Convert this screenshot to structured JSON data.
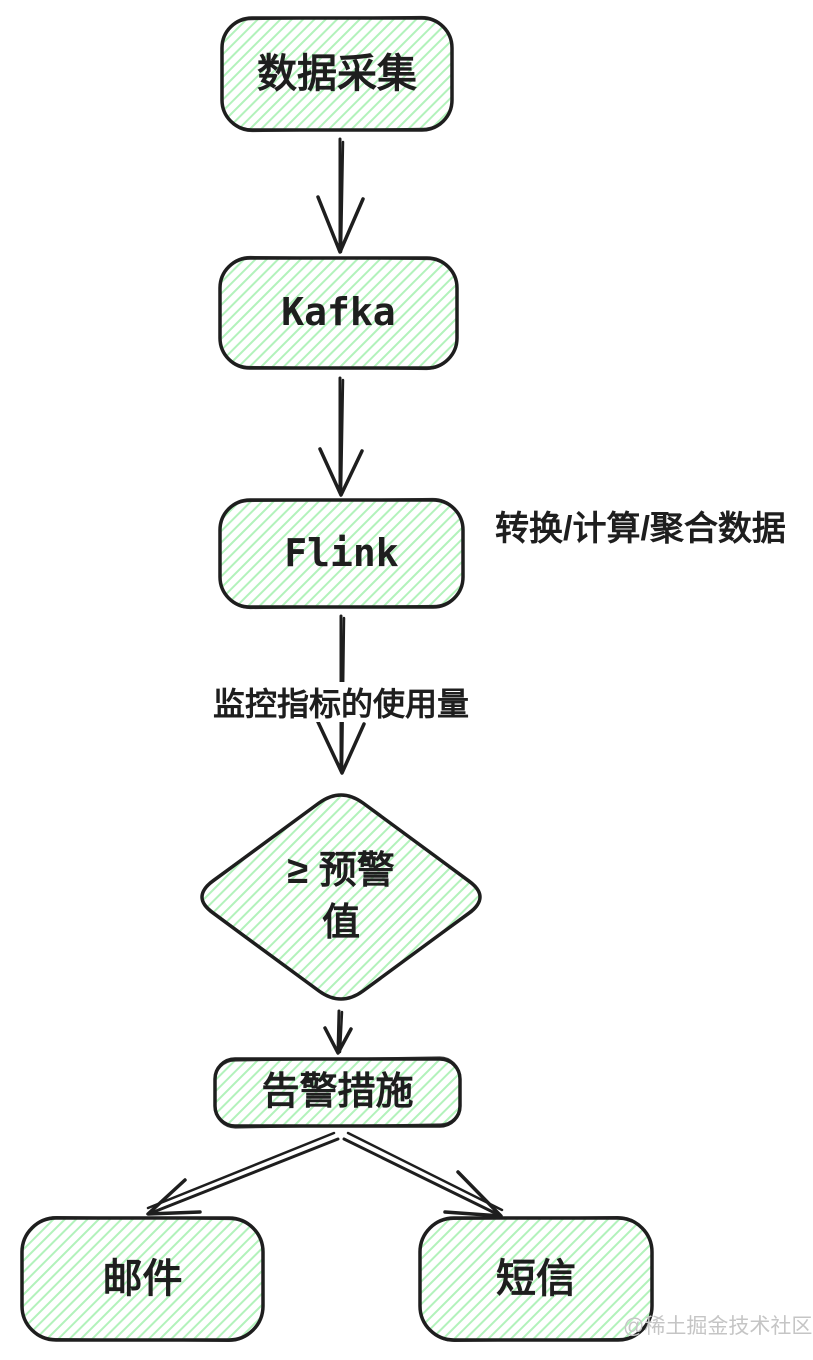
{
  "diagram": {
    "title": "monitoring-alert-flowchart",
    "nodes": [
      {
        "id": "data-collection",
        "label": "数据采集",
        "shape": "rounded-rect"
      },
      {
        "id": "kafka",
        "label": "Kafka",
        "shape": "rounded-rect"
      },
      {
        "id": "flink",
        "label": "Flink",
        "shape": "rounded-rect"
      },
      {
        "id": "threshold-check",
        "label": "≥ 预警值",
        "lines": [
          "≥ 预警",
          "值"
        ],
        "shape": "diamond"
      },
      {
        "id": "alert-measures",
        "label": "告警措施",
        "shape": "rounded-rect"
      },
      {
        "id": "email",
        "label": "邮件",
        "shape": "rounded-rect"
      },
      {
        "id": "sms",
        "label": "短信",
        "shape": "rounded-rect"
      }
    ],
    "edges": [
      {
        "from": "data-collection",
        "to": "kafka"
      },
      {
        "from": "kafka",
        "to": "flink"
      },
      {
        "from": "flink",
        "to": "threshold-check",
        "label": "监控指标的使用量"
      },
      {
        "from": "threshold-check",
        "to": "alert-measures"
      },
      {
        "from": "alert-measures",
        "to": "email"
      },
      {
        "from": "alert-measures",
        "to": "sms"
      }
    ],
    "side_note": {
      "text": "转换/计算/聚合数据"
    },
    "edge_label": {
      "text": "监控指标的使用量"
    },
    "watermark": {
      "text": "@稀土掘金技术社区"
    },
    "colors": {
      "stroke": "#1e1e1e",
      "text": "#1e1e1e",
      "hatch_green": "#b2f2bb",
      "background": "#ffffff",
      "watermark": "#c5c5c5"
    }
  }
}
